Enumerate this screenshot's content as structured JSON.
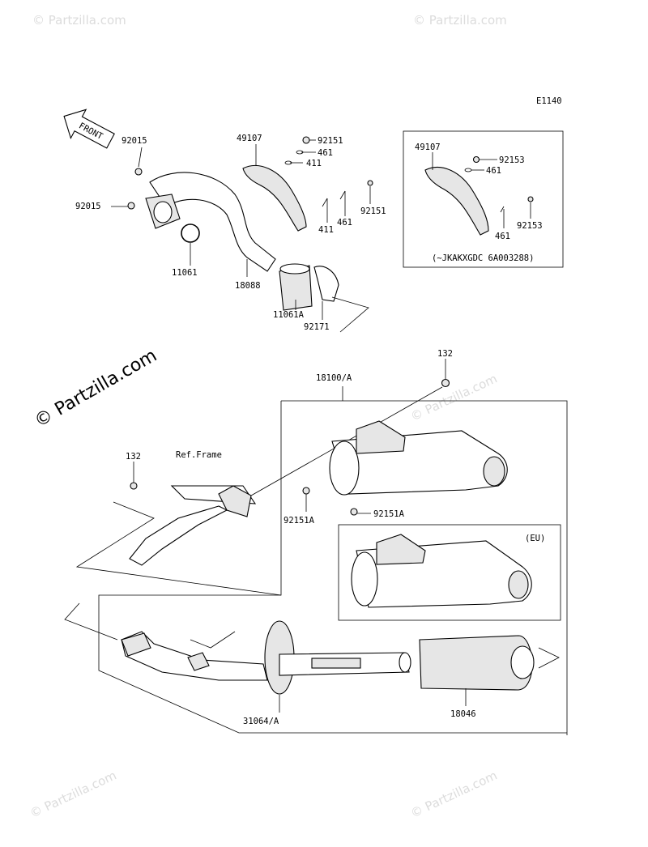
{
  "diagram": {
    "code": "E1140",
    "front_label": "FRONT",
    "watermark_main": "© Partzilla.com",
    "watermark_small": "© Partzilla.com",
    "callouts": [
      {
        "id": "c92015a",
        "text": "92015"
      },
      {
        "id": "c92015b",
        "text": "92015"
      },
      {
        "id": "c11061",
        "text": "11061"
      },
      {
        "id": "c18088",
        "text": "18088"
      },
      {
        "id": "c11061A",
        "text": "11061A"
      },
      {
        "id": "c92171",
        "text": "92171"
      },
      {
        "id": "c49107a",
        "text": "49107"
      },
      {
        "id": "c92151a",
        "text": "92151"
      },
      {
        "id": "c461a",
        "text": "461"
      },
      {
        "id": "c411a",
        "text": "411"
      },
      {
        "id": "c411b",
        "text": "411"
      },
      {
        "id": "c461b",
        "text": "461"
      },
      {
        "id": "c92151b",
        "text": "92151"
      },
      {
        "id": "c49107b",
        "text": "49107"
      },
      {
        "id": "c92153a",
        "text": "92153"
      },
      {
        "id": "c461c",
        "text": "461"
      },
      {
        "id": "c461d",
        "text": "461"
      },
      {
        "id": "c92153b",
        "text": "92153"
      },
      {
        "id": "cvin",
        "text": "(~JKAKXGDC 6A003288)"
      },
      {
        "id": "c132a",
        "text": "132"
      },
      {
        "id": "c18100",
        "text": "18100/A"
      },
      {
        "id": "c132b",
        "text": "132"
      },
      {
        "id": "crefframe",
        "text": "Ref.Frame"
      },
      {
        "id": "c92151Aa",
        "text": "92151A"
      },
      {
        "id": "c92151Ab",
        "text": "92151A"
      },
      {
        "id": "ceu",
        "text": "(EU)"
      },
      {
        "id": "c31064",
        "text": "31064/A"
      },
      {
        "id": "c18046",
        "text": "18046"
      }
    ]
  }
}
